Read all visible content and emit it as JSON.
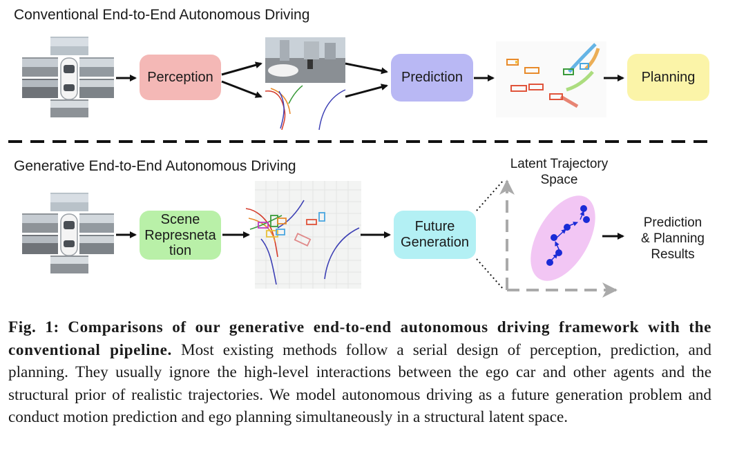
{
  "conventional": {
    "title": "Conventional End-to-End Autonomous Driving",
    "perception": "Perception",
    "prediction": "Prediction",
    "planning": "Planning"
  },
  "generative": {
    "title": "Generative End-to-End Autonomous Driving",
    "scene_line1": "Scene",
    "scene_line2": "Represnetation",
    "future_line1": "Future",
    "future_line2": "Generation",
    "latent_line1": "Latent Trajectory",
    "latent_line2": "Space",
    "results_line1": "Prediction",
    "results_line2": "& Planning",
    "results_line3": "Results"
  },
  "caption": {
    "label": "Fig. 1:",
    "bold": "Comparisons of our generative end-to-end autonomous driving framework with the conventional pipeline.",
    "body": "Most existing methods follow a serial design of perception, prediction, and planning. They usually ignore the high-level interactions between the ego car and other agents and the structural prior of realistic trajectories. We model autonomous driving as a future generation problem and conduct motion prediction and ego planning simultaneously in a structural latent space."
  },
  "colors": {
    "perception": "#f4b8b6",
    "prediction": "#b9b8f4",
    "planning": "#fbf4a8",
    "scene": "#b9f0a8",
    "future": "#b3f0f4",
    "latent_ellipse": "#f2c6f4",
    "latent_points": "#1a2bd6"
  }
}
